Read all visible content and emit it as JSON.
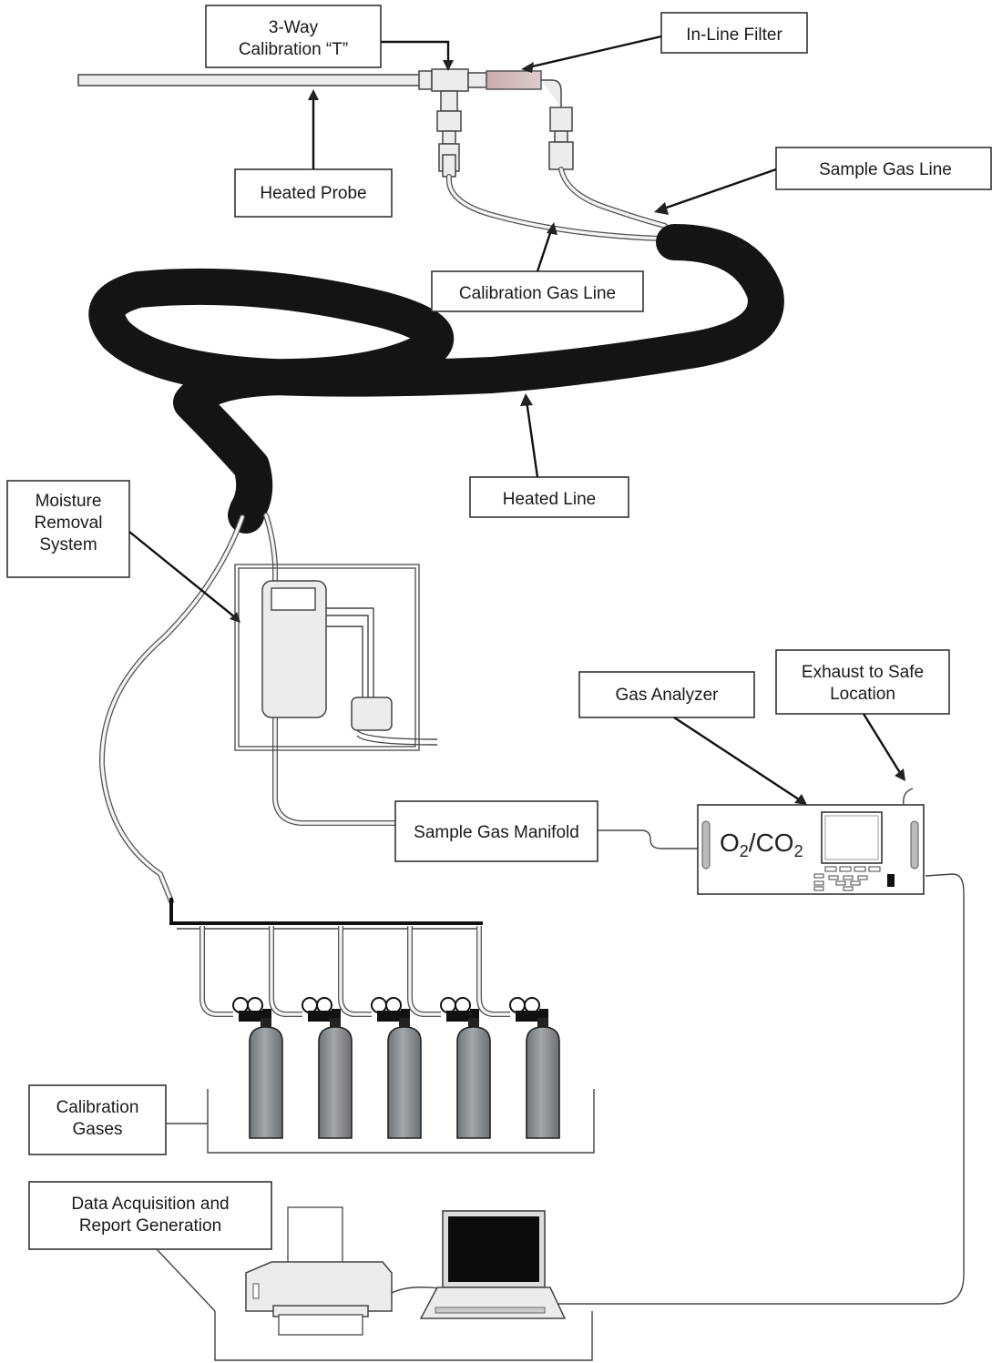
{
  "labels": {
    "calibration_t": [
      "3-Way",
      "Calibration “T”"
    ],
    "inline_filter": [
      "In-Line Filter"
    ],
    "heated_probe": [
      "Heated Probe"
    ],
    "sample_gas_line": [
      "Sample Gas Line"
    ],
    "calibration_gas_line": [
      "Calibration Gas Line"
    ],
    "heated_line": [
      "Heated Line"
    ],
    "moisture_removal": [
      "Moisture",
      "Removal",
      "System"
    ],
    "gas_analyzer": [
      "Gas Analyzer"
    ],
    "exhaust": [
      "Exhaust to Safe",
      "Location"
    ],
    "sample_gas_manifold": [
      "Sample Gas Manifold"
    ],
    "calibration_gases": [
      "Calibration",
      "Gases"
    ],
    "data_acquisition": [
      "Data Acquisition and",
      "Report Generation"
    ]
  },
  "analyzer": {
    "display_main": "O",
    "display_sub1": "2",
    "display_mid": "/CO",
    "display_sub2": "2"
  },
  "cylinder_count": 5,
  "colors": {
    "hose": "#141414",
    "cylinder": "#8f9296",
    "line": "#444444"
  }
}
